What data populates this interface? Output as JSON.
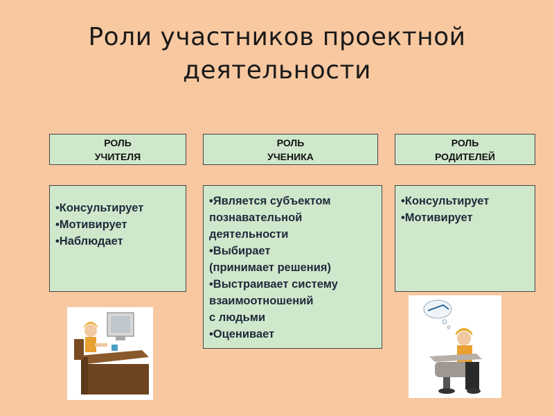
{
  "title": {
    "line1": "Роли участников проектной",
    "line2": "деятельности"
  },
  "headers": {
    "teacher": {
      "line1": "РОЛЬ",
      "line2": "УЧИТЕЛЯ"
    },
    "student": {
      "line1": "РОЛЬ",
      "line2": "УЧЕНИКА"
    },
    "parents": {
      "line1": "РОЛЬ",
      "line2": "РОДИТЕЛЕЙ"
    }
  },
  "teacher_roles": [
    "•Консультирует",
    "•Мотивирует",
    "•Наблюдает"
  ],
  "student_roles": [
    "•Является субъектом",
    "познавательной",
    "деятельности",
    "•Выбирает",
    "(принимает решения)",
    "•Выстраивает систему",
    "взаимоотношений",
    "с людьми",
    "•Оценивает"
  ],
  "parents_roles": [
    "•Консультирует",
    "•Мотивирует"
  ],
  "colors": {
    "background": "#f8c8a0",
    "box_fill": "#cfe8cc",
    "border": "#444444"
  }
}
